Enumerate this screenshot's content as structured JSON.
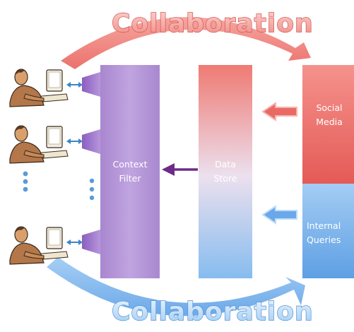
{
  "collaboration_top": "Collaboration",
  "collaboration_bottom": "Collaboration",
  "context_filter": {
    "line1": "Context",
    "line2": "Filter"
  },
  "data_store": {
    "line1": "Data",
    "line2": "Store"
  },
  "social_media": {
    "line1": "Social",
    "line2": "Media"
  },
  "internal_queries": {
    "line1": "Internal",
    "line2": "Queries"
  },
  "users_shown": 3,
  "colors": {
    "collab_red": "#ee7b74",
    "collab_blue": "#7ab4ee",
    "context_filter": "#b99ad9",
    "data_store_top": "#ef7d76",
    "data_store_bottom": "#8fc0f0",
    "social_media": "#ee706c",
    "internal_queries": "#78b4ef",
    "arrow_purple": "#6e2b86",
    "connector_blue": "#3d85c6"
  }
}
